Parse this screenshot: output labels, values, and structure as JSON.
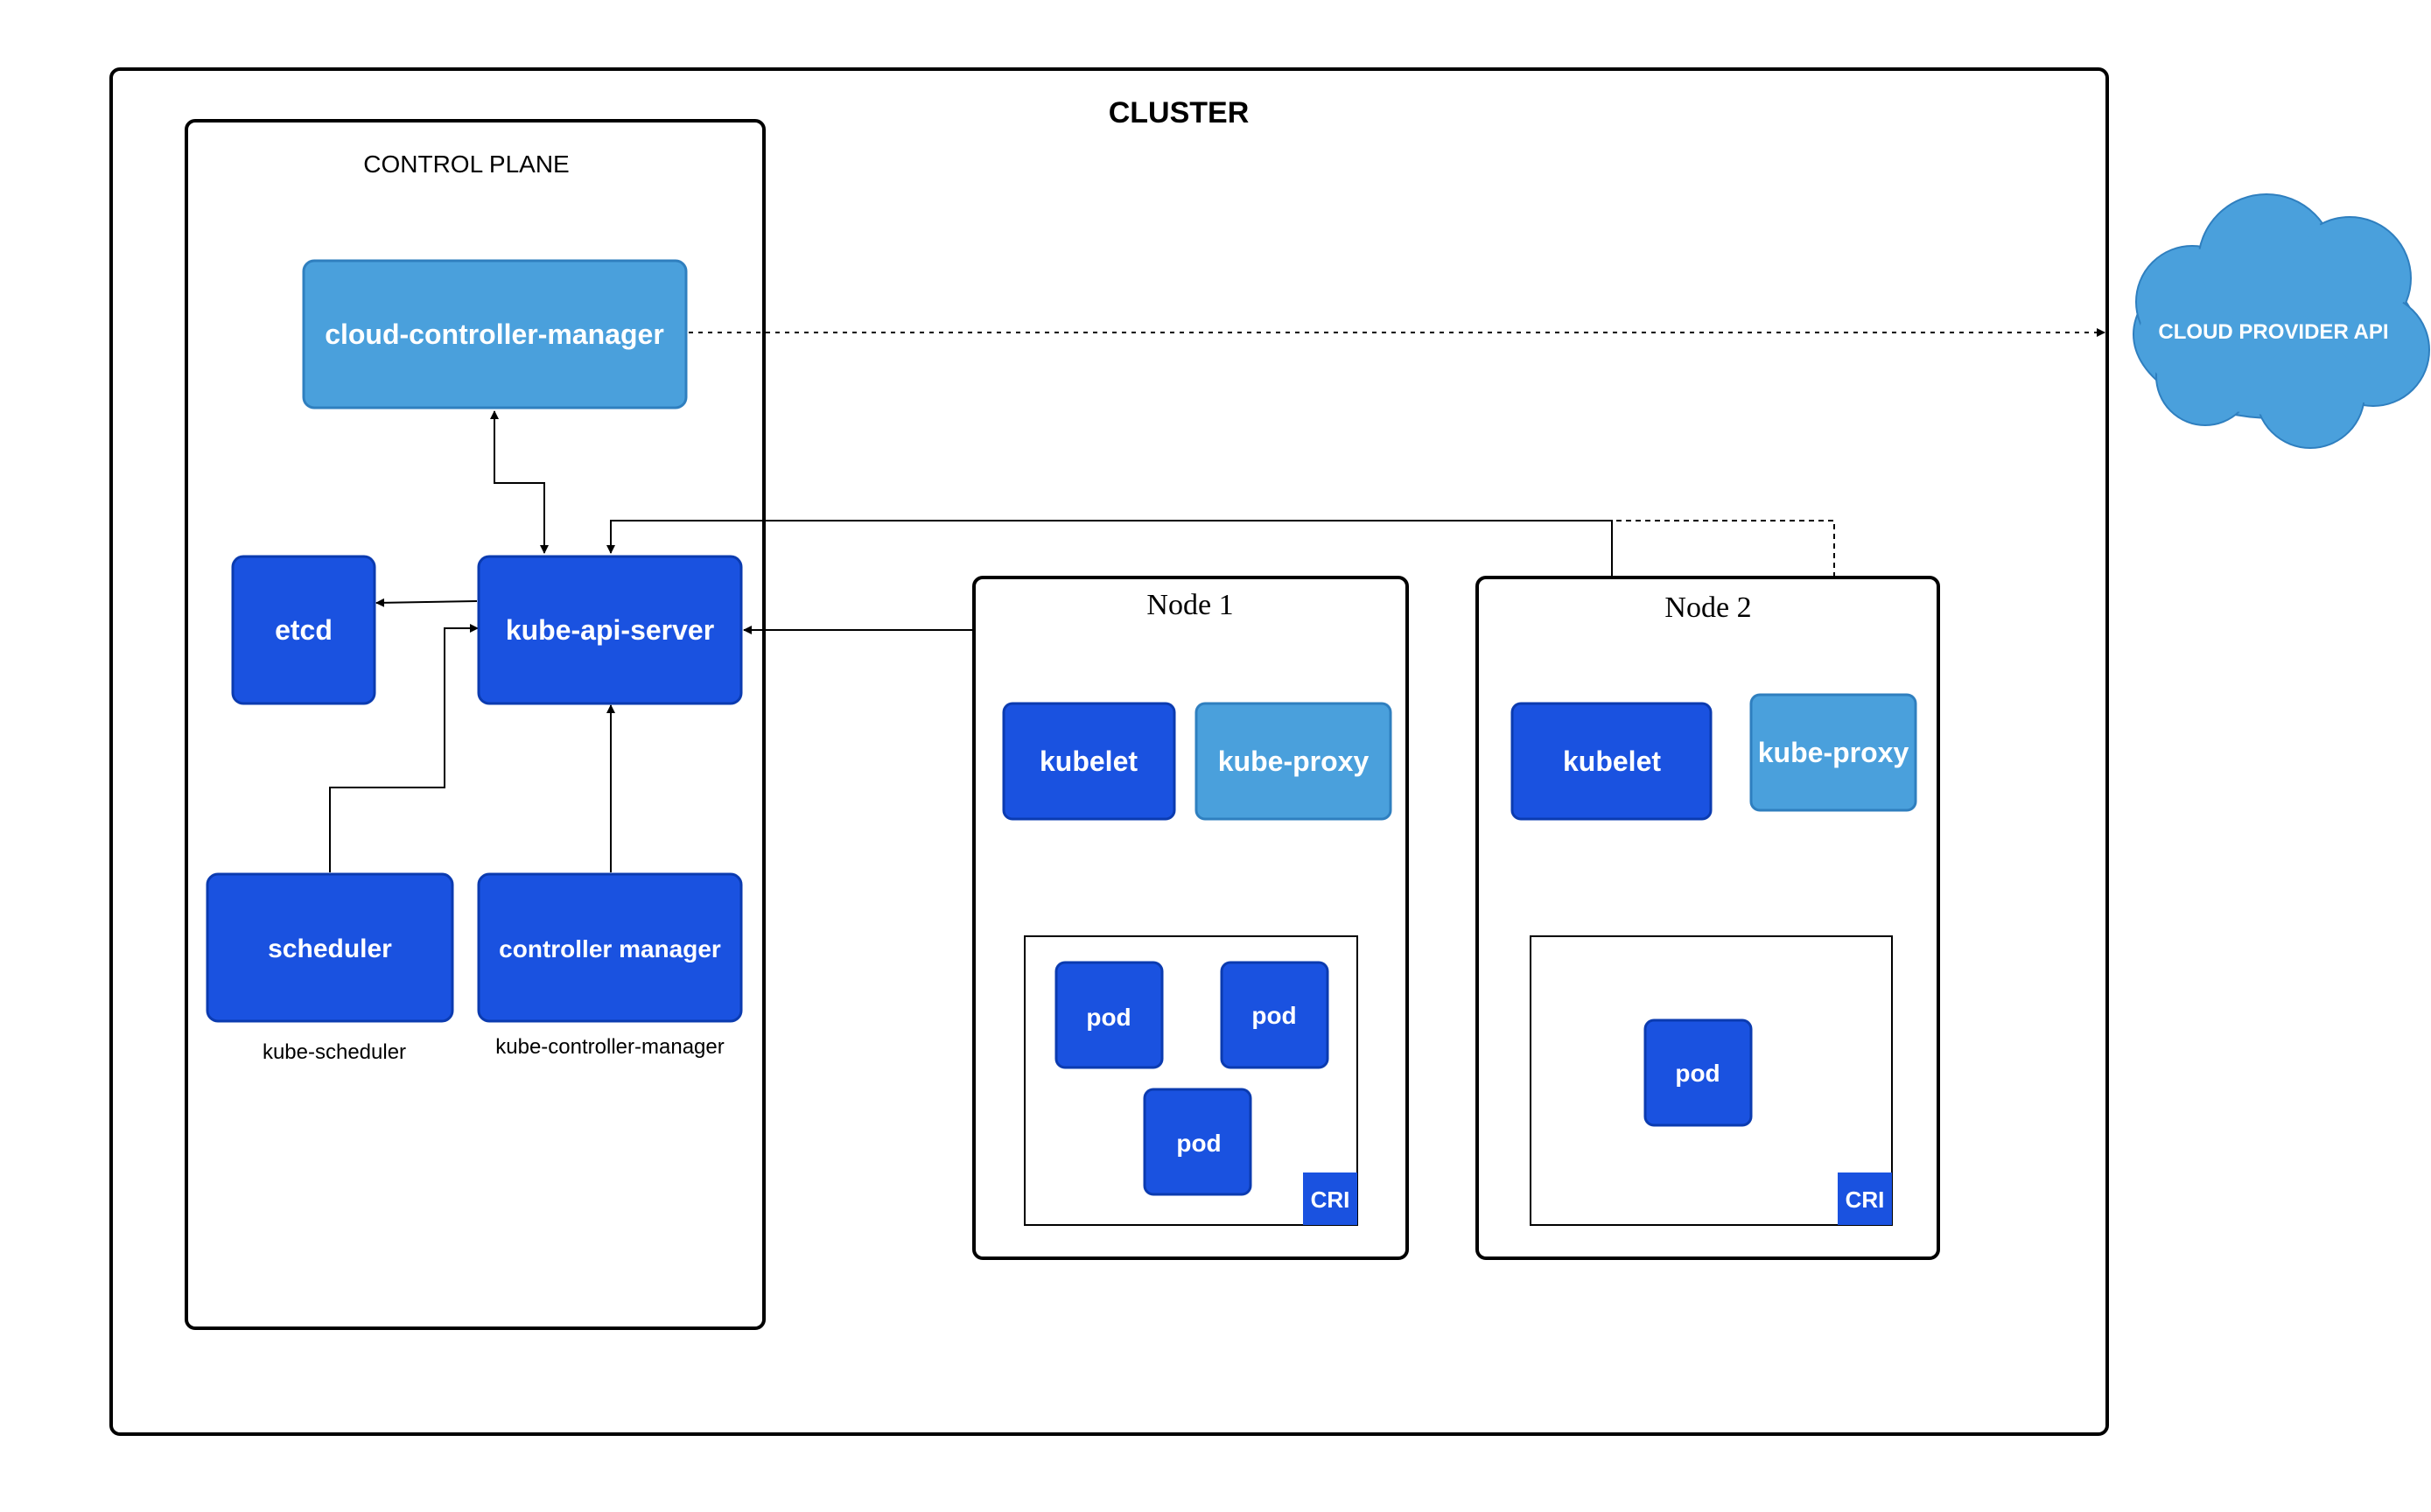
{
  "cluster": {
    "title": "CLUSTER"
  },
  "control_plane": {
    "title": "CONTROL PLANE",
    "cloud_controller_manager": "cloud-controller-manager",
    "etcd": "etcd",
    "kube_api_server": "kube-api-server",
    "scheduler": "scheduler",
    "scheduler_caption": "kube-scheduler",
    "controller_manager": "controller manager",
    "controller_manager_caption": "kube-controller-manager"
  },
  "node1": {
    "title": "Node 1",
    "kubelet": "kubelet",
    "kube_proxy": "kube-proxy",
    "pods": [
      "pod",
      "pod",
      "pod"
    ],
    "cri": "CRI"
  },
  "node2": {
    "title": "Node 2",
    "kubelet": "kubelet",
    "kube_proxy": "kube-proxy",
    "pods": [
      "pod"
    ],
    "cri": "CRI"
  },
  "cloud_provider": {
    "label": "CLOUD PROVIDER API"
  },
  "colors": {
    "dark_blue": "#1a52e0",
    "dark_blue_stroke": "#0b3bb0",
    "light_blue": "#4aa0dc",
    "light_blue_stroke": "#2f7fbf",
    "cloud": "#4aa0dc"
  }
}
